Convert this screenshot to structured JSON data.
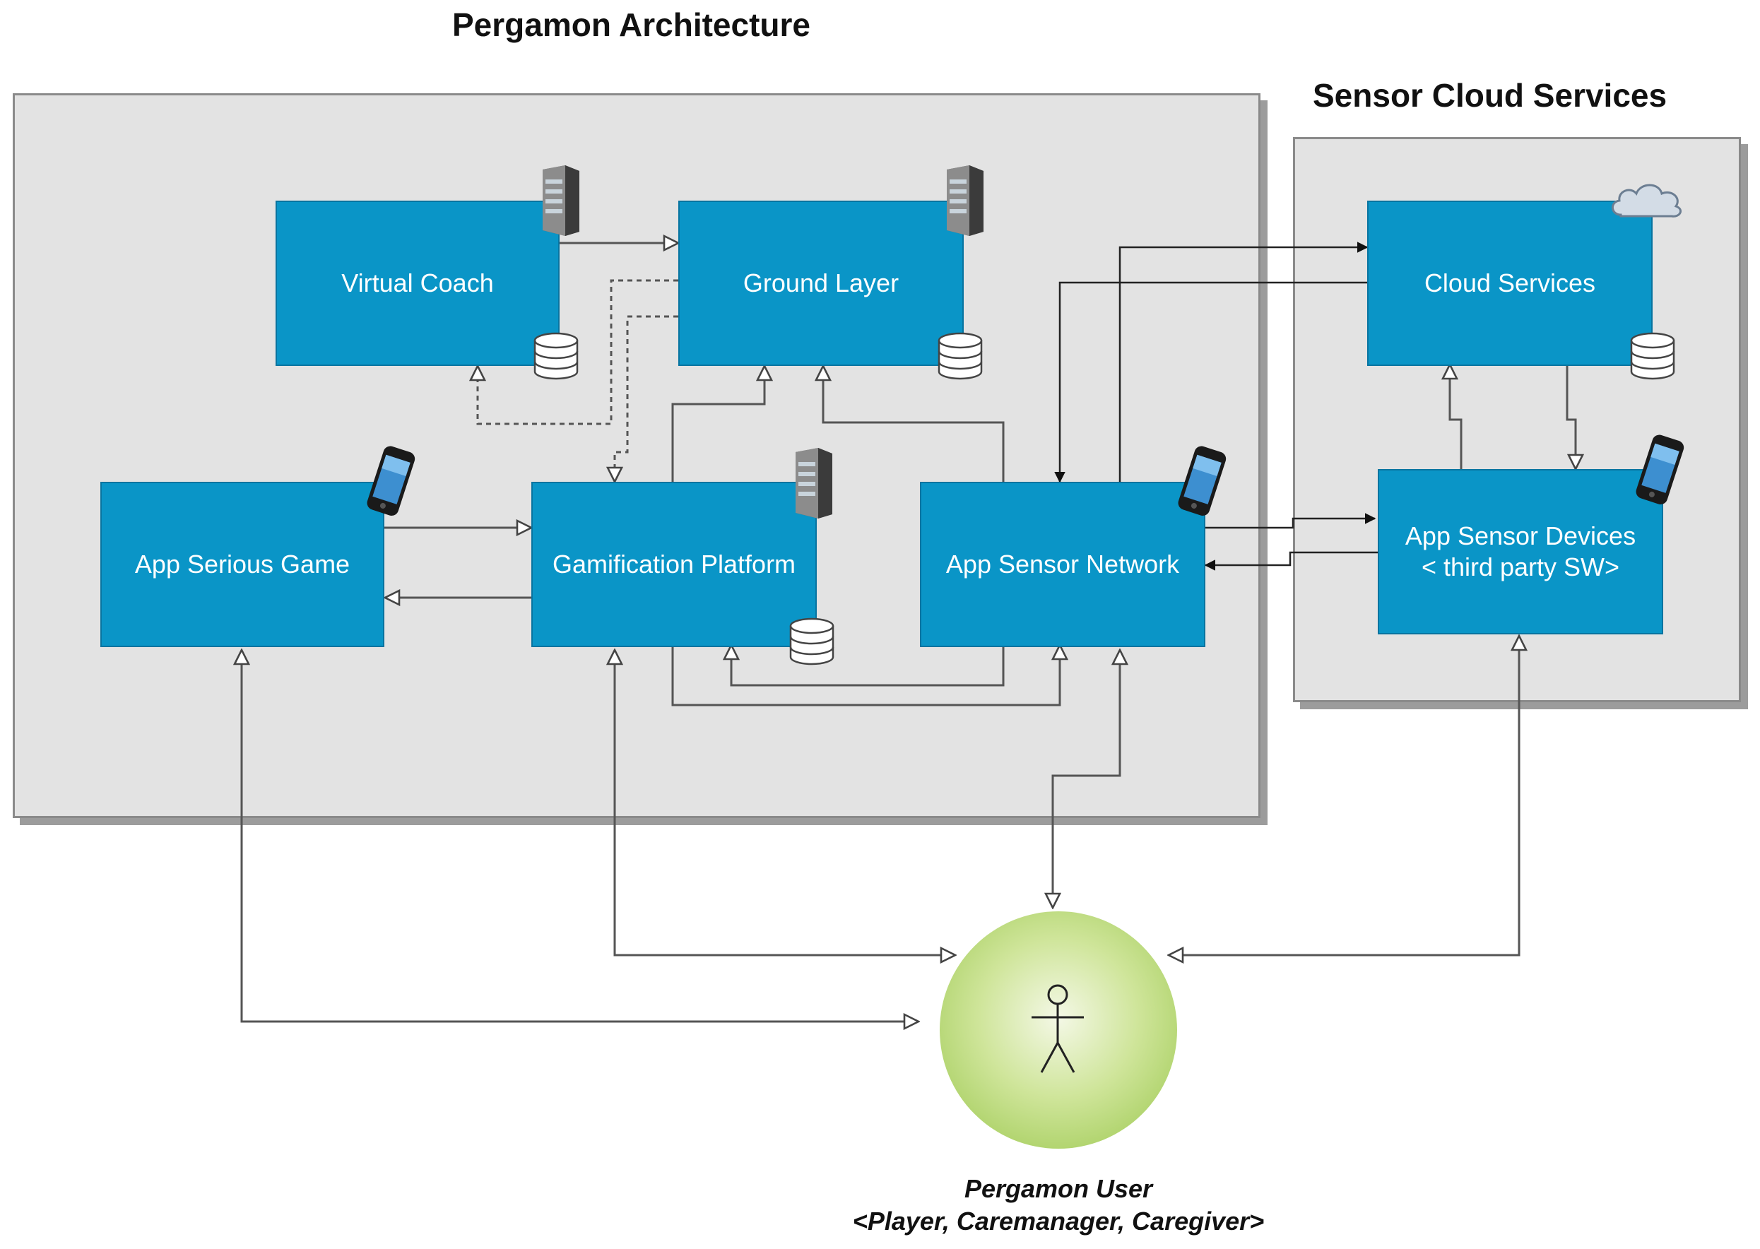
{
  "titles": {
    "pergamon": "Pergamon Architecture",
    "sensor_cloud": "Sensor Cloud Services"
  },
  "components": {
    "virtual_coach": "Virtual Coach",
    "ground_layer": "Ground Layer",
    "cloud_services": "Cloud Services",
    "app_serious_game": "App Serious Game",
    "gamification_platform": "Gamification Platform",
    "app_sensor_network": "App Sensor Network",
    "app_sensor_devices_line1": "App Sensor Devices",
    "app_sensor_devices_line2": "< third party SW>"
  },
  "user": {
    "name": "Pergamon User",
    "roles": "<Player, Caremanager, Caregiver>"
  },
  "icons": [
    "server-icon",
    "database-icon",
    "phone-icon",
    "cloud-icon",
    "actor-icon"
  ],
  "colors": {
    "component_fill": "#0a95c7",
    "container_fill": "#e3e3e3",
    "user_fill": "#98c64a"
  }
}
